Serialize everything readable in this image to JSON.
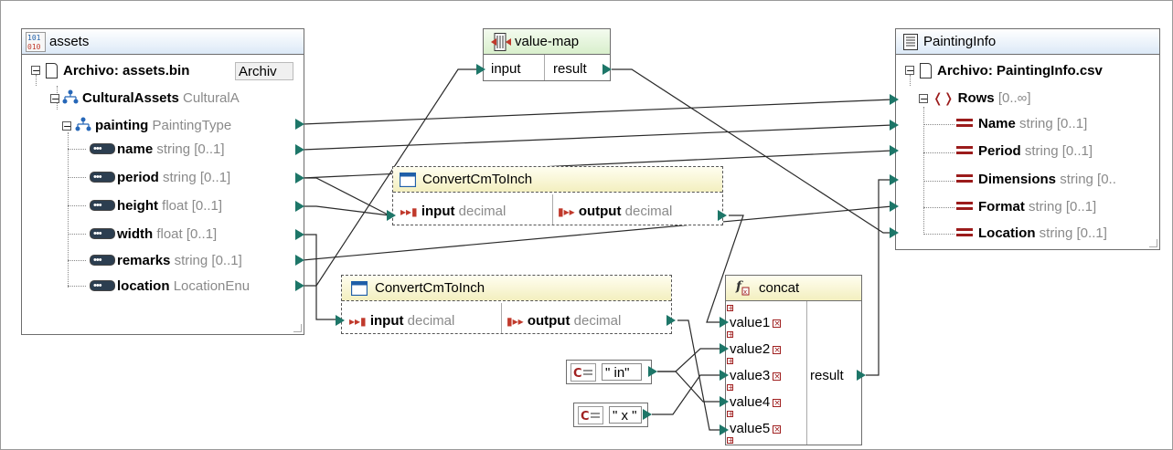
{
  "assets": {
    "title": "assets",
    "icon": "binary-file-icon",
    "rows": [
      {
        "name": "Archivo: assets.bin",
        "type": "Archiv"
      },
      {
        "name": "CulturalAssets",
        "type": "CulturalA"
      },
      {
        "name": "painting",
        "type": "PaintingType"
      },
      {
        "name": "name",
        "type": "string [0..1]"
      },
      {
        "name": "period",
        "type": "string [0..1]"
      },
      {
        "name": "height",
        "type": "float [0..1]"
      },
      {
        "name": "width",
        "type": "float [0..1]"
      },
      {
        "name": "remarks",
        "type": "string [0..1]"
      },
      {
        "name": "location",
        "type": "LocationEnu"
      }
    ]
  },
  "value_map": {
    "title": "value-map",
    "input_label": "input",
    "result_label": "result"
  },
  "convert1": {
    "title": "ConvertCmToInch",
    "input_label": "input",
    "input_type": "decimal",
    "output_label": "output",
    "output_type": "decimal"
  },
  "convert2": {
    "title": "ConvertCmToInch",
    "input_label": "input",
    "input_type": "decimal",
    "output_label": "output",
    "output_type": "decimal"
  },
  "concat": {
    "title": "concat",
    "inputs": [
      "value1",
      "value2",
      "value3",
      "value4",
      "value5"
    ],
    "result_label": "result"
  },
  "const_in": {
    "value": "\" in\""
  },
  "const_x": {
    "value": "\" x \""
  },
  "painting_info": {
    "title": "PaintingInfo",
    "rows": [
      {
        "name": "Archivo: PaintingInfo.csv",
        "type": ""
      },
      {
        "name": "Rows",
        "type": "[0..∞]"
      },
      {
        "name": "Name",
        "type": "string [0..1]"
      },
      {
        "name": "Period",
        "type": "string [0..1]"
      },
      {
        "name": "Dimensions",
        "type": "string [0.."
      },
      {
        "name": "Format",
        "type": "string [0..1]"
      },
      {
        "name": "Location",
        "type": "string [0..1]"
      }
    ]
  },
  "colors": {
    "connector": "#1d7668",
    "wire": "#2a2a2a",
    "header_blue": "#dce9f7",
    "header_green": "#d9efcc",
    "header_yellow": "#f3efbf",
    "icon_red": "#9b1b1b"
  }
}
